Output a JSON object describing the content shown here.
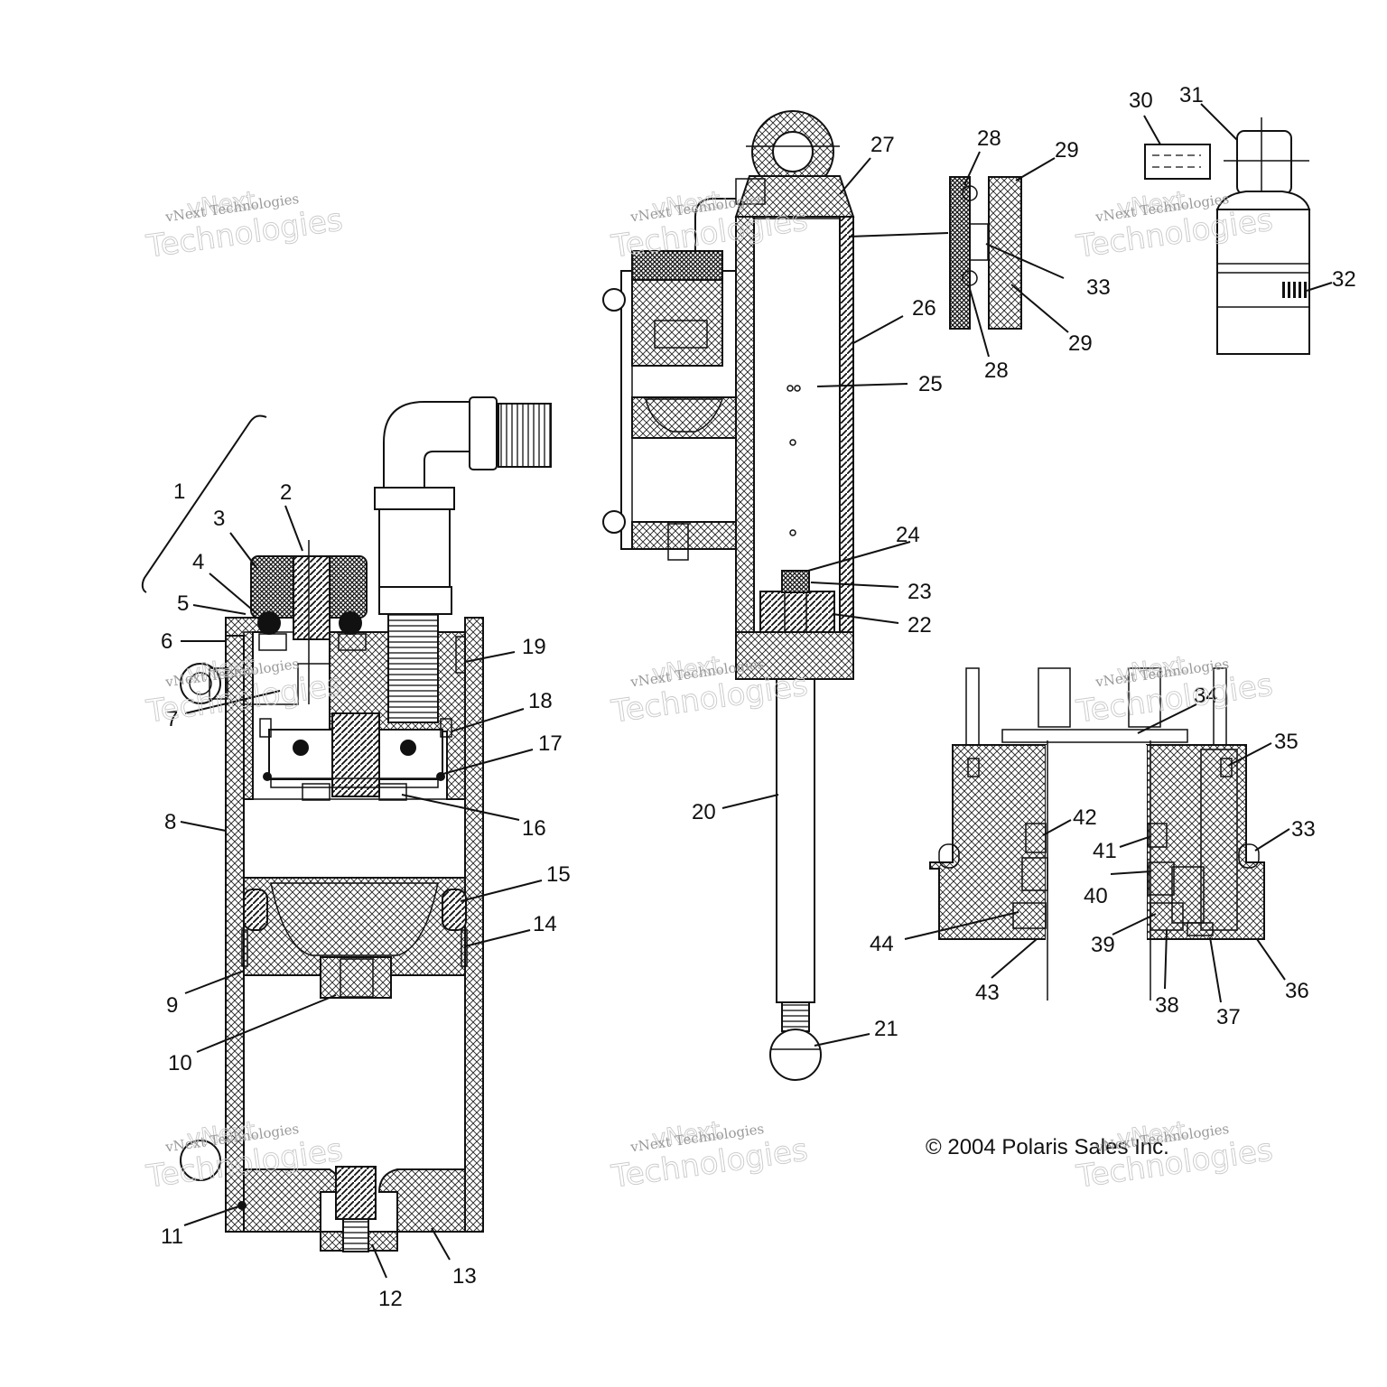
{
  "callouts": [
    {
      "id": "c1",
      "text": "1"
    },
    {
      "id": "c2",
      "text": "2"
    },
    {
      "id": "c3",
      "text": "3"
    },
    {
      "id": "c4",
      "text": "4"
    },
    {
      "id": "c5",
      "text": "5"
    },
    {
      "id": "c6",
      "text": "6"
    },
    {
      "id": "c7",
      "text": "7"
    },
    {
      "id": "c8",
      "text": "8"
    },
    {
      "id": "c9",
      "text": "9"
    },
    {
      "id": "c10",
      "text": "10"
    },
    {
      "id": "c11",
      "text": "11"
    },
    {
      "id": "c12",
      "text": "12"
    },
    {
      "id": "c13",
      "text": "13"
    },
    {
      "id": "c14",
      "text": "14"
    },
    {
      "id": "c15",
      "text": "15"
    },
    {
      "id": "c16",
      "text": "16"
    },
    {
      "id": "c17",
      "text": "17"
    },
    {
      "id": "c18",
      "text": "18"
    },
    {
      "id": "c19",
      "text": "19"
    },
    {
      "id": "c20",
      "text": "20"
    },
    {
      "id": "c21",
      "text": "21"
    },
    {
      "id": "c22",
      "text": "22"
    },
    {
      "id": "c23",
      "text": "23"
    },
    {
      "id": "c24",
      "text": "24"
    },
    {
      "id": "c25",
      "text": "25"
    },
    {
      "id": "c26",
      "text": "26"
    },
    {
      "id": "c27",
      "text": "27"
    },
    {
      "id": "c28a",
      "text": "28"
    },
    {
      "id": "c28b",
      "text": "28"
    },
    {
      "id": "c29a",
      "text": "29"
    },
    {
      "id": "c29b",
      "text": "29"
    },
    {
      "id": "c30",
      "text": "30"
    },
    {
      "id": "c31",
      "text": "31"
    },
    {
      "id": "c32",
      "text": "32"
    },
    {
      "id": "c33a",
      "text": "33"
    },
    {
      "id": "c33b",
      "text": "33"
    },
    {
      "id": "c34",
      "text": "34"
    },
    {
      "id": "c35",
      "text": "35"
    },
    {
      "id": "c36",
      "text": "36"
    },
    {
      "id": "c37",
      "text": "37"
    },
    {
      "id": "c38",
      "text": "38"
    },
    {
      "id": "c39",
      "text": "39"
    },
    {
      "id": "c40",
      "text": "40"
    },
    {
      "id": "c41",
      "text": "41"
    },
    {
      "id": "c42",
      "text": "42"
    },
    {
      "id": "c43",
      "text": "43"
    },
    {
      "id": "c44",
      "text": "44"
    }
  ],
  "copyright": "© 2004 Polaris Sales Inc.",
  "watermark": {
    "line1": "vNext",
    "line2": "Technologies",
    "small": "vNext Technologies"
  },
  "colors": {
    "ink": "#111111",
    "watermark": "#c9c9c9",
    "background": "#ffffff"
  }
}
